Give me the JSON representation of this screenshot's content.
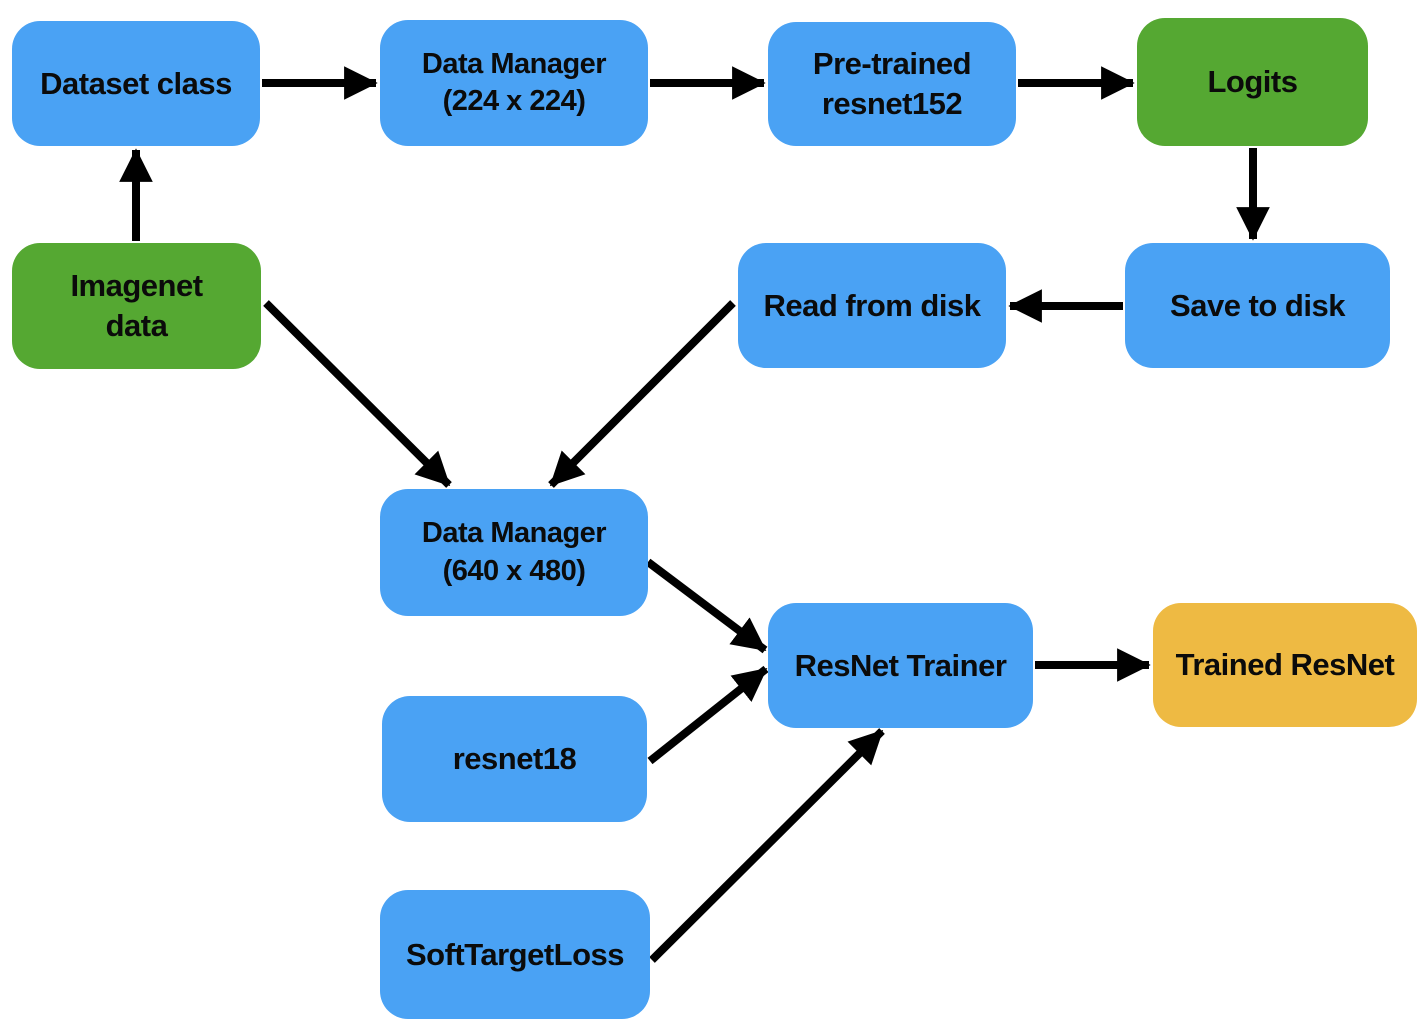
{
  "diagram": {
    "colors": {
      "node_blue": "#4AA2F4",
      "node_green": "#55A832",
      "node_orange": "#EEBA43",
      "arrow": "#000000",
      "text": "#0B0B0B",
      "background": "#FFFFFF"
    },
    "nodes": [
      {
        "id": "dataset-class",
        "label": "Dataset class",
        "color": "blue"
      },
      {
        "id": "data-manager-224",
        "label": "Data Manager\n(224 x 224)",
        "color": "blue"
      },
      {
        "id": "pretrained-resnet152",
        "label": "Pre-trained\nresnet152",
        "color": "blue"
      },
      {
        "id": "logits",
        "label": "Logits",
        "color": "green"
      },
      {
        "id": "imagenet-data",
        "label": "Imagenet\ndata",
        "color": "green"
      },
      {
        "id": "read-from-disk",
        "label": "Read from disk",
        "color": "blue"
      },
      {
        "id": "save-to-disk",
        "label": "Save to disk",
        "color": "blue"
      },
      {
        "id": "data-manager-640",
        "label": "Data Manager\n(640 x 480)",
        "color": "blue"
      },
      {
        "id": "resnet18",
        "label": "resnet18",
        "color": "blue"
      },
      {
        "id": "softtargetloss",
        "label": "SoftTargetLoss",
        "color": "blue"
      },
      {
        "id": "resnet-trainer",
        "label": "ResNet Trainer",
        "color": "blue"
      },
      {
        "id": "trained-resnet",
        "label": "Trained ResNet",
        "color": "orange"
      }
    ],
    "edges": [
      {
        "from": "imagenet-data",
        "to": "dataset-class"
      },
      {
        "from": "dataset-class",
        "to": "data-manager-224"
      },
      {
        "from": "data-manager-224",
        "to": "pretrained-resnet152"
      },
      {
        "from": "pretrained-resnet152",
        "to": "logits"
      },
      {
        "from": "logits",
        "to": "save-to-disk"
      },
      {
        "from": "save-to-disk",
        "to": "read-from-disk"
      },
      {
        "from": "imagenet-data",
        "to": "data-manager-640"
      },
      {
        "from": "read-from-disk",
        "to": "data-manager-640"
      },
      {
        "from": "data-manager-640",
        "to": "resnet-trainer"
      },
      {
        "from": "resnet18",
        "to": "resnet-trainer"
      },
      {
        "from": "softtargetloss",
        "to": "resnet-trainer"
      },
      {
        "from": "resnet-trainer",
        "to": "trained-resnet"
      }
    ]
  }
}
